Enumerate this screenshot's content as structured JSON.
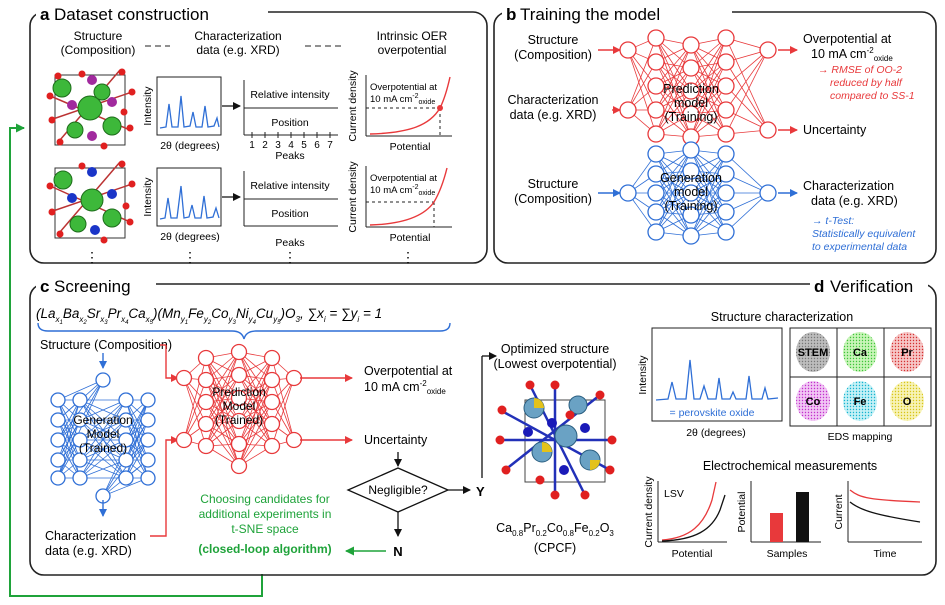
{
  "colors": {
    "red": "#e8393b",
    "blue": "#2f6fd6",
    "green": "#1fa33a",
    "black": "#111111",
    "gray": "#9a9a9a"
  },
  "panel_a": {
    "letter": "a",
    "title": "Dataset construction",
    "col1": [
      "Structure",
      "(Composition)"
    ],
    "col2": [
      "Characterization",
      "data (e.g. XRD)"
    ],
    "col3": [
      "Intrinsic OER",
      "overpotential"
    ],
    "intensity": "Intensity",
    "two_theta": "2θ (degrees)",
    "relative_intensity": "Relative intensity",
    "position": "Position",
    "peak_numbers": [
      "1",
      "2",
      "3",
      "4",
      "5",
      "6",
      "7"
    ],
    "peaks": "Peaks",
    "current_density": "Current density",
    "overpotential_at": "Overpotential at",
    "ma_cm": "10 mA cm",
    "sup": "-2",
    "sub_oxide": "oxide",
    "potential": "Potential",
    "dots": "⋮"
  },
  "panel_b": {
    "letter": "b",
    "title": "Training the model",
    "structure": [
      "Structure",
      "(Composition)"
    ],
    "characterization": [
      "Characterization",
      "data (e.g. XRD)"
    ],
    "prediction_model": [
      "Prediction",
      "model",
      "(Training)"
    ],
    "generation_model": [
      "Generation",
      "model",
      "(Training)"
    ],
    "out_overpotential": [
      "Overpotential at",
      "10 mA cm"
    ],
    "sup": "-2",
    "sub_oxide": "oxide",
    "uncertainty": "Uncertainty",
    "out_characterization": [
      "Characterization",
      "data (e.g. XRD)"
    ],
    "rmse_note": [
      "→  RMSE of OO-2",
      "reduced by half",
      "compared to SS-1"
    ],
    "ttest_note": [
      "→  t-Test:",
      "Statistically equivalent",
      "to experimental data"
    ]
  },
  "panel_c": {
    "letter": "c",
    "title": "Screening",
    "formula": "(La",
    "structure": "Structure (Composition)",
    "generation_model": [
      "Generation",
      "Model",
      "(Trained)"
    ],
    "prediction_model": [
      "Prediction",
      "Model",
      "(Trained)"
    ],
    "overpotential": [
      "Overpotential at",
      "10 mA cm"
    ],
    "sup": "-2",
    "sub_oxide": "oxide",
    "uncertainty": "Uncertainty",
    "negligible": "Negligible?",
    "yes": "Y",
    "no": "N",
    "characterization": [
      "Characterization",
      "data (e.g. XRD)"
    ],
    "green_text": [
      "Choosing candidates for",
      "additional experiments in",
      "t-SNE space"
    ],
    "closed_loop": "(closed-loop algorithm)",
    "optimized": [
      "Optimized structure",
      "(Lowest overpotential)"
    ],
    "cpcf_label": "(CPCF)"
  },
  "panel_d": {
    "letter": "d",
    "title": "Verification",
    "structure_char": "Structure characterization",
    "intensity": "Intensity",
    "two_theta": "2θ (degrees)",
    "perovskite": "= perovskite oxide",
    "eds_labels": [
      "STEM",
      "Ca",
      "Pr",
      "Co",
      "Fe",
      "O"
    ],
    "eds_title": "EDS mapping",
    "electrochem": "Electrochemical measurements",
    "lsv": "LSV",
    "current_density": "Current density",
    "potential_x": "Potential",
    "potential_y": "Potential",
    "samples": "Samples",
    "current": "Current",
    "time": "Time"
  }
}
